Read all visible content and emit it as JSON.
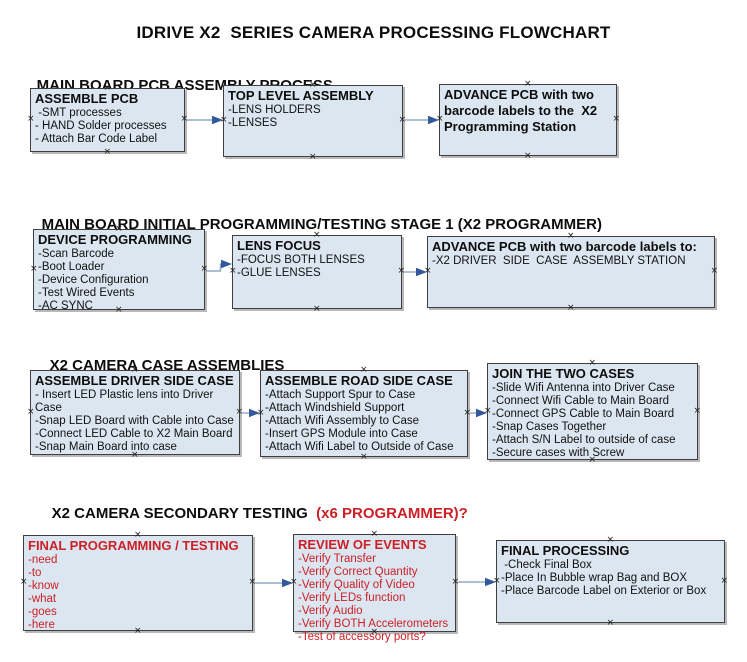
{
  "title": "IDRIVE X2  SERIES CAMERA PROCESSING FLOWCHART",
  "icons": {
    "connection_handle": "×"
  },
  "colors": {
    "box_fill": "#dce6f1",
    "box_border": "#3f3f3f",
    "arrow_line": "#92a8c7",
    "arrow_head": "#33589c",
    "red": "#cc2026",
    "text": "#111111"
  },
  "sections": [
    {
      "heading": "MAIN BOARD PCB ASSEMBLY PROCESS",
      "boxes": [
        {
          "title": "ASSEMBLE PCB",
          "items": [
            " -SMT processes",
            "- HAND Solder processes",
            "- Attach Bar Code Label"
          ]
        },
        {
          "title": "TOP LEVEL ASSEMBLY",
          "items": [
            "-LENS HOLDERS",
            "-LENSES"
          ]
        },
        {
          "title": "ADVANCE PCB with two barcode labels to the  X2 Programming Station",
          "items": []
        }
      ]
    },
    {
      "heading": "MAIN BOARD INITIAL PROGRAMMING/TESTING STAGE 1 (X2 PROGRAMMER)",
      "boxes": [
        {
          "title": "DEVICE PROGRAMMING",
          "items": [
            "-Scan Barcode",
            "-Boot Loader",
            "-Device Configuration",
            "-Test Wired Events",
            "-AC SYNC"
          ]
        },
        {
          "title": "LENS FOCUS",
          "items": [
            "-FOCUS BOTH LENSES",
            "-GLUE LENSES"
          ]
        },
        {
          "title": "ADVANCE PCB with two barcode labels to:",
          "items": [
            "-X2 DRIVER  SIDE  CASE  ASSEMBLY STATION"
          ]
        }
      ]
    },
    {
      "heading": "X2 CAMERA CASE ASSEMBLIES",
      "boxes": [
        {
          "title": "ASSEMBLE DRIVER SIDE CASE",
          "items": [
            "- Insert LED Plastic lens into Driver Case",
            "-Snap LED Board with Cable into Case",
            "-Connect LED Cable to X2 Main Board",
            "-Snap Main Board into case"
          ]
        },
        {
          "title": "ASSEMBLE ROAD SIDE CASE",
          "items": [
            "-Attach Support Spur to Case",
            "-Attach Windshield Support",
            "-Attach Wifi Assembly to Case",
            "-Insert GPS Module into Case",
            "-Attach Wifi Label to Outside of Case"
          ]
        },
        {
          "title": "JOIN THE TWO CASES",
          "items": [
            "-Slide Wifi Antenna into Driver Case",
            "-Connect Wifi Cable to Main Board",
            "-Connect GPS Cable to Main Board",
            "-Snap Cases Together",
            "-Attach S/N Label to outside of case",
            "-Secure cases with Screw"
          ]
        }
      ]
    },
    {
      "heading": "X2 CAMERA SECONDARY TESTING ",
      "heading_red": " (x6 PROGRAMMER)?",
      "boxes": [
        {
          "title": "FINAL PROGRAMMING / TESTING",
          "items": [
            "-need",
            "-to",
            "-know",
            "-what",
            "-goes",
            "-here"
          ]
        },
        {
          "title": "REVIEW OF EVENTS",
          "items": [
            "-Verify Transfer",
            "-Verify Correct Quantity",
            "-Verify Quality of Video",
            "-Verify LEDs function",
            "-Verify Audio",
            "-Verify BOTH Accelerometers",
            "-Test of accessory ports?"
          ]
        },
        {
          "title": "FINAL PROCESSING",
          "items": [
            " -Check Final Box",
            "-Place In Bubble wrap Bag and BOX",
            "-Place Barcode Label on Exterior or Box"
          ]
        }
      ]
    }
  ]
}
